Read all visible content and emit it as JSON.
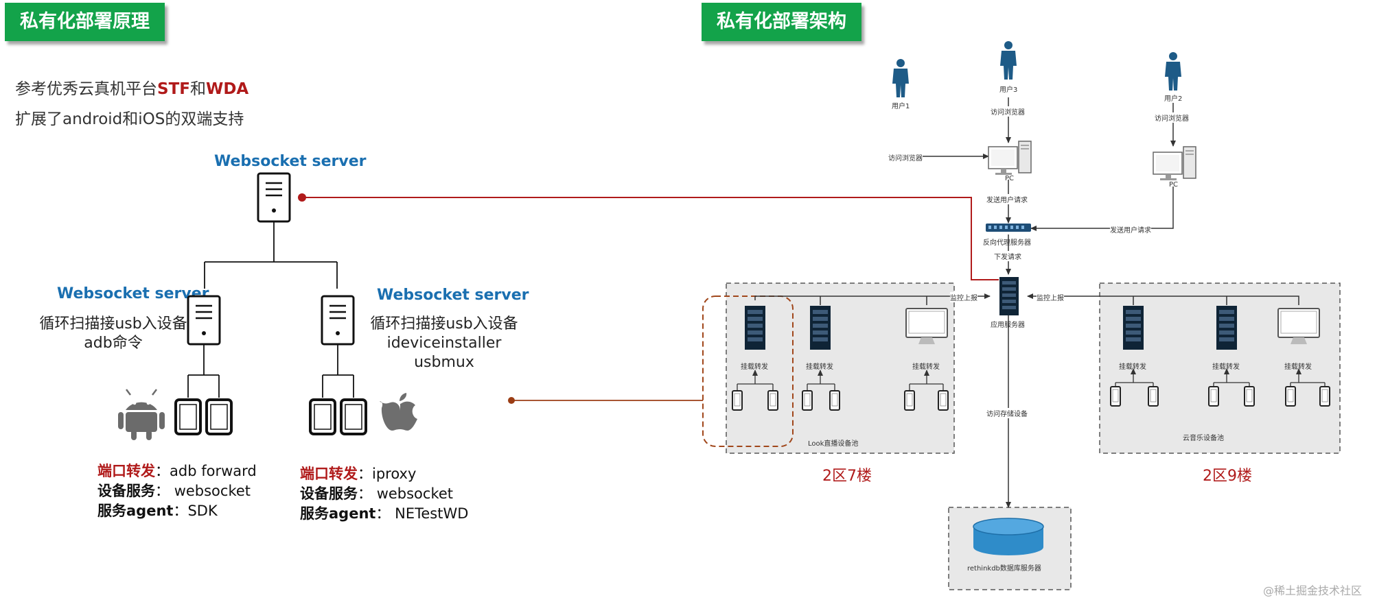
{
  "left": {
    "section_title": "私有化部署原理",
    "intro_prefix": "参考优秀云真机平台",
    "intro_stf": "STF",
    "intro_and": "和",
    "intro_wda": "WDA",
    "intro_line2": "扩展了android和iOS的双端支持",
    "top_server_label": "Websocket server",
    "android": {
      "server_label": "Websocket server",
      "desc_line1": "循环扫描接usb入设备",
      "desc_line2": "adb命令",
      "rows": [
        {
          "key": "端口转发",
          "value": "adb forward"
        },
        {
          "key": "设备服务",
          "value": "websocket"
        },
        {
          "key": "服务agent",
          "value": "SDK"
        }
      ]
    },
    "ios": {
      "server_label": "Websocket server",
      "desc_line1": "循环扫描接usb入设备",
      "desc_line2": "ideviceinstaller",
      "desc_line3": "usbmux",
      "rows": [
        {
          "key": "端口转发",
          "value": "iproxy"
        },
        {
          "key": "设备服务",
          "value": "websocket"
        },
        {
          "key": "服务agent",
          "value": "NETestWD"
        }
      ]
    },
    "colon": "："
  },
  "right": {
    "section_title": "私有化部署架构",
    "user1": "用户1",
    "user2": "用户2",
    "user3": "用户3",
    "visit_browser_1": "访问浏览器",
    "visit_browser_3": "访问浏览器",
    "visit_browser_2": "访问浏览器",
    "pc_center": "PC",
    "pc_right": "PC",
    "send_request_center": "发送用户请求",
    "send_request_right": "发送用户请求",
    "reverse_proxy": "反向代理服务器",
    "dispatch_request": "下发请求",
    "monitor_report_left": "监控上报",
    "monitor_report_right": "监控上报",
    "app_server": "应用服务器",
    "visit_storage": "访问存储设备",
    "mount_forward": "挂载转发",
    "pool_look": "Look直播设备池",
    "pool_music": "云音乐设备池",
    "zone_left": "2区7楼",
    "zone_right": "2区9楼",
    "db_label": "rethinkdb数据库服务器"
  },
  "watermark": "@稀土掘金技术社区",
  "colors": {
    "green": "#13a34a",
    "red": "#b01a1a",
    "blue": "#1a6fb0",
    "rack_dark": "#0f2436",
    "user_blue": "#1e5b87",
    "db_blue": "#2f8cc9"
  },
  "icons": [
    "server-icon",
    "android-icon",
    "apple-icon",
    "tablet-icon",
    "phone-icon",
    "monitor-icon",
    "pc-icon",
    "user-icon",
    "rack-server-icon",
    "router-icon",
    "database-icon"
  ]
}
